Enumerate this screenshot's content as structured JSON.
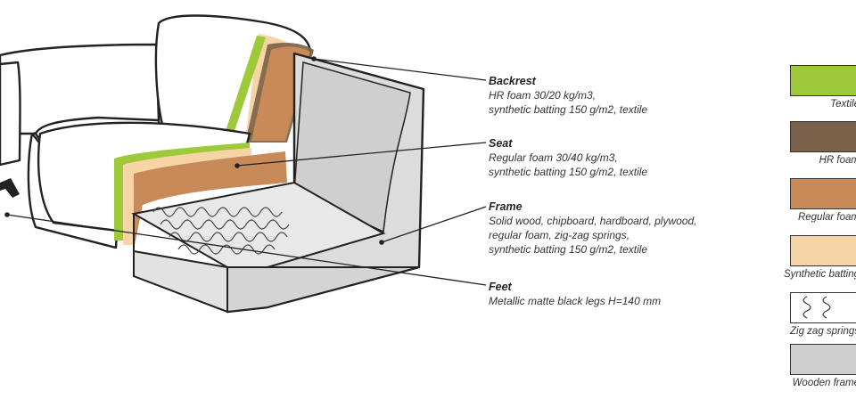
{
  "callouts": [
    {
      "title": "Backrest",
      "lines": [
        "HR foam 30/20 kg/m3,",
        "synthetic batting 150 g/m2, textile"
      ]
    },
    {
      "title": "Seat",
      "lines": [
        "Regular foam 30/40 kg/m3,",
        "synthetic batting 150 g/m2, textile"
      ]
    },
    {
      "title": "Frame",
      "lines": [
        "Solid wood, chipboard, hardboard, plywood,",
        "regular foam, zig-zag springs,",
        "synthetic batting 150 g/m2, textile"
      ]
    },
    {
      "title": "Feet",
      "lines": [
        "Metallic matte black legs H=140 mm"
      ]
    }
  ],
  "legend": [
    {
      "label": "Textile",
      "color": "#9dc93a",
      "icon": "solid"
    },
    {
      "label": "HR foam",
      "color": "#7a6048",
      "icon": "solid"
    },
    {
      "label": "Regular foam",
      "color": "#c98a5a",
      "icon": "solid"
    },
    {
      "label": "Synthetic batting",
      "color": "#f7d4a6",
      "icon": "solid"
    },
    {
      "label": "Zig zag springs",
      "color": "#ffffff",
      "icon": "zigzag-spring-icon"
    },
    {
      "label": "Wooden frame",
      "color": "#cfcfcf",
      "icon": "solid"
    }
  ]
}
